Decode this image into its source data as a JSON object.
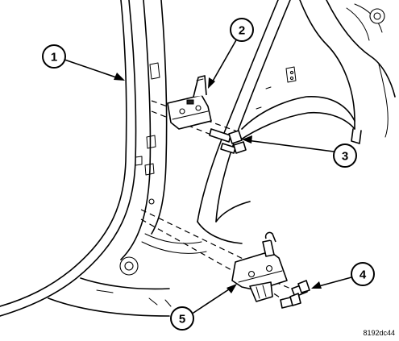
{
  "figure": {
    "code": "8192dc44",
    "callouts": [
      {
        "number": "1"
      },
      {
        "number": "2"
      },
      {
        "number": "3"
      },
      {
        "number": "4"
      },
      {
        "number": "5"
      }
    ]
  }
}
